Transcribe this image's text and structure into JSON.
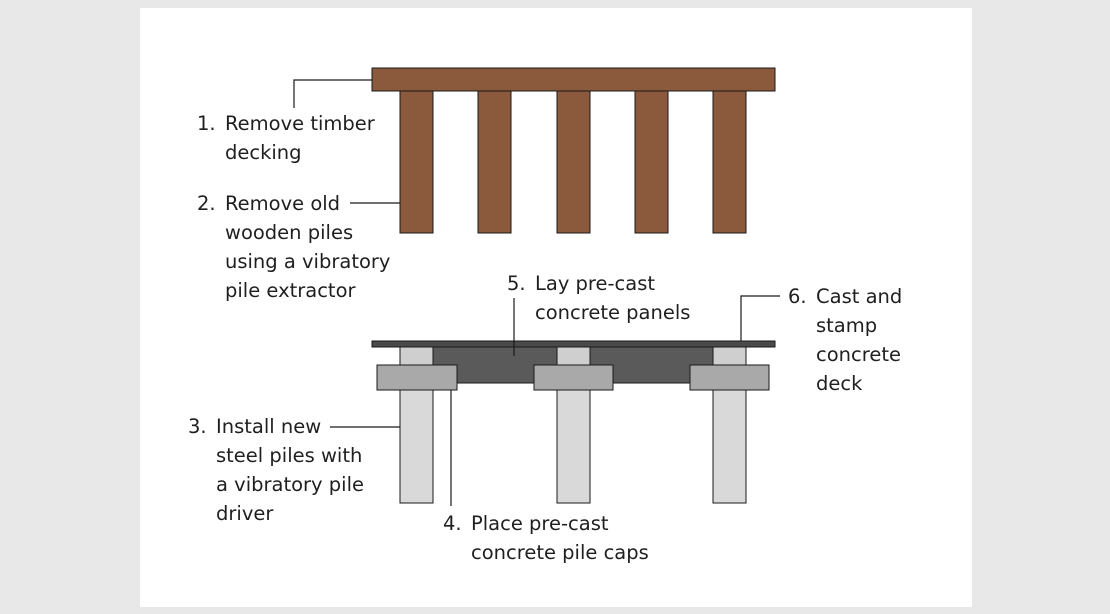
{
  "colors": {
    "background": "#e8e8e8",
    "panel": "#ffffff",
    "timber": "#8b5a3c",
    "outline": "#1a1a1a",
    "deck": "#4a4a4a",
    "concrete_panel": "#5a5a5a",
    "pile_cap": "#a9a9a9",
    "steel_pile": "#d9d9d9",
    "text": "#1f1f1f"
  },
  "steps": [
    {
      "number": "1.",
      "lines": [
        "Remove timber",
        "decking"
      ]
    },
    {
      "number": "2.",
      "lines": [
        "Remove old",
        "wooden piles",
        "using a vibratory",
        "pile extractor"
      ]
    },
    {
      "number": "3.",
      "lines": [
        "Install new",
        "steel piles with",
        "a vibratory pile",
        "driver"
      ]
    },
    {
      "number": "4.",
      "lines": [
        "Place pre-cast",
        "concrete pile caps"
      ]
    },
    {
      "number": "5.",
      "lines": [
        "Lay pre-cast",
        "concrete panels"
      ]
    },
    {
      "number": "6.",
      "lines": [
        "Cast and",
        "stamp",
        "concrete",
        "deck"
      ]
    }
  ]
}
